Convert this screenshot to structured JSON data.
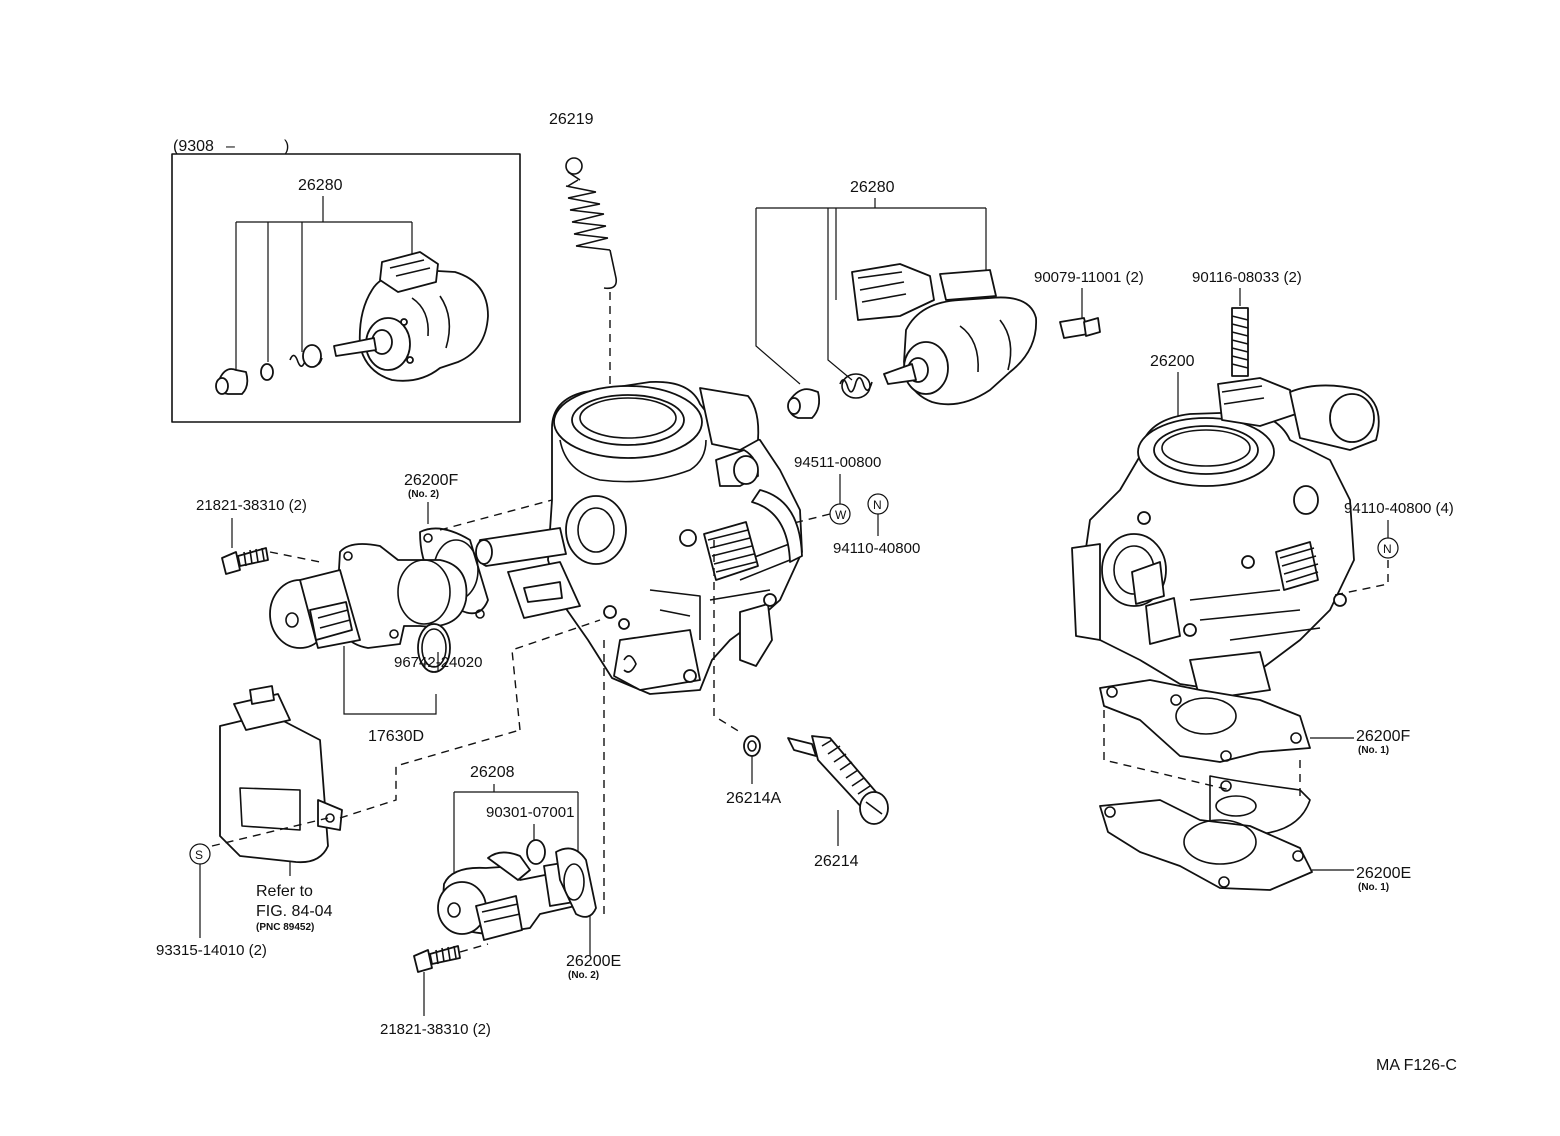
{
  "labels": {
    "date_range_open": "(9308",
    "date_range_dash": "–",
    "date_range_close": ")",
    "p26280_inset": "26280",
    "p26219": "26219",
    "p26280_main": "26280",
    "p90079": "90079-11001 (2)",
    "p90116": "90116-08033 (2)",
    "p26200": "26200",
    "p94511": "94511-00800",
    "p94110_a": "94110-40800",
    "p94110_b": "94110-40800 (4)",
    "p21821_top": "21821-38310 (2)",
    "p26200F_no2": "26200F",
    "p26200F_no2_sub": "(No. 2)",
    "p96742": "96742-24020",
    "p17630D": "17630D",
    "p26208": "26208",
    "p90301": "90301-07001",
    "p26214A": "26214A",
    "p26214": "26214",
    "p26200F_no1": "26200F",
    "p26200F_no1_sub": "(No. 1)",
    "p26200E_no1": "26200E",
    "p26200E_no1_sub": "(No. 1)",
    "p26200E_no2": "26200E",
    "p26200E_no2_sub": "(No. 2)",
    "refer_to": "Refer to",
    "fig_ref": "FIG. 84-04",
    "pnc_ref": "(PNC 89452)",
    "p93315": "93315-14010 (2)",
    "p21821_bottom": "21821-38310 (2)",
    "footer_code": "MA  F126-C"
  },
  "symbols": {
    "washer": "W",
    "nut_a": "N",
    "nut_b": "N",
    "screw": "S"
  }
}
